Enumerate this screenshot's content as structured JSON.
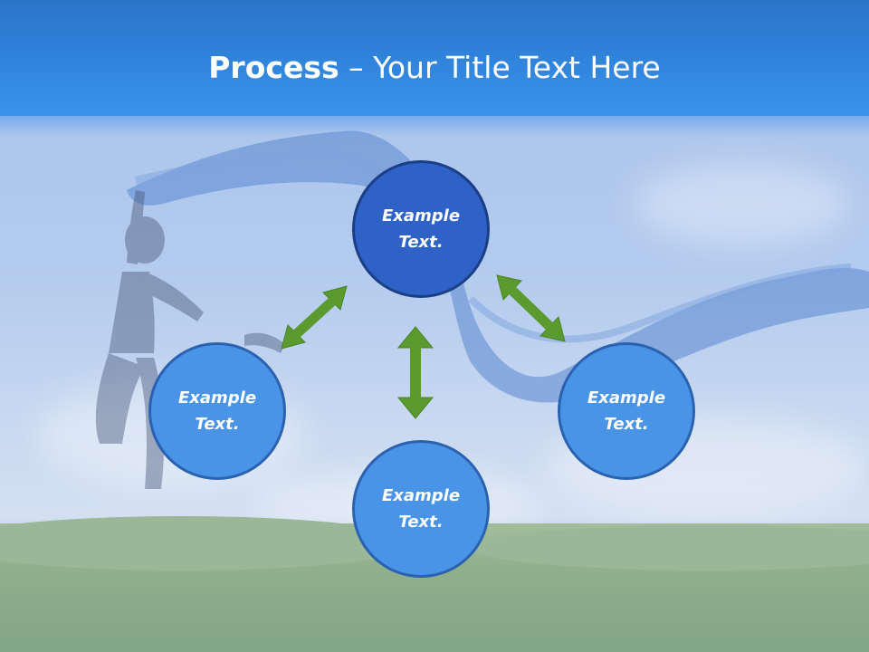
{
  "title": {
    "strong": "Process",
    "rest": " – Your Title Text Here"
  },
  "diagram": {
    "nodes": [
      {
        "id": "top",
        "label": "Example Text."
      },
      {
        "id": "left",
        "label": "Example Text."
      },
      {
        "id": "right",
        "label": "Example Text."
      },
      {
        "id": "bottom",
        "label": "Example Text."
      }
    ]
  },
  "colors": {
    "header": "#2f82da",
    "center_node": "#2f62c6",
    "outer_node": "#4a94e8",
    "arrow": "#5a9a2e"
  }
}
